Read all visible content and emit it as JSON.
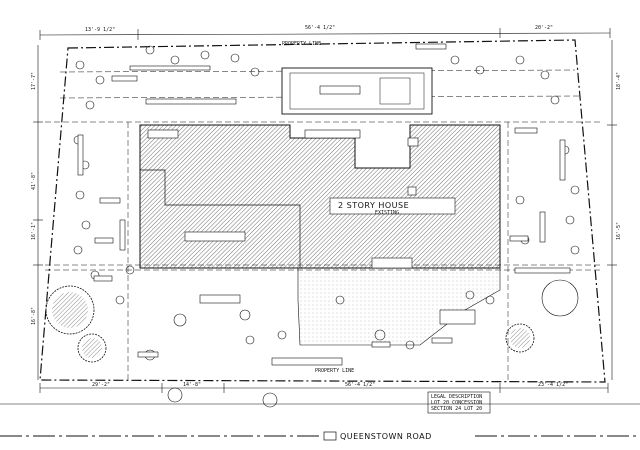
{
  "drawing": {
    "street_name": "QUEENSTOWN ROAD",
    "house_label": "2 STORY HOUSE",
    "house_sub_label": "EXISTING",
    "dims_top": [
      "13'-9 1/2\"",
      "56'-4 1/2\"",
      "20'-2\""
    ],
    "dims_bottom": [
      "29'-2\"",
      "14'-8\"",
      "56'-4 1/2\"",
      "23'-4 1/2\""
    ],
    "dims_left": [
      "17'-7\"",
      "41'-8\"",
      "16'-1\"",
      "16'-8\""
    ],
    "dims_right": [
      "18'-4\"",
      "16'-5\""
    ],
    "property_line_top": "PROPERTY LINE",
    "property_line_bottom": "PROPERTY LINE",
    "legal_description": [
      "LEGAL DESCRIPTION",
      "LOT 20 CONCESSION",
      "SECTION 24 LOT 20"
    ],
    "colors": {
      "ink": "#111111",
      "paper": "#ffffff",
      "hatch": "#333333"
    }
  }
}
